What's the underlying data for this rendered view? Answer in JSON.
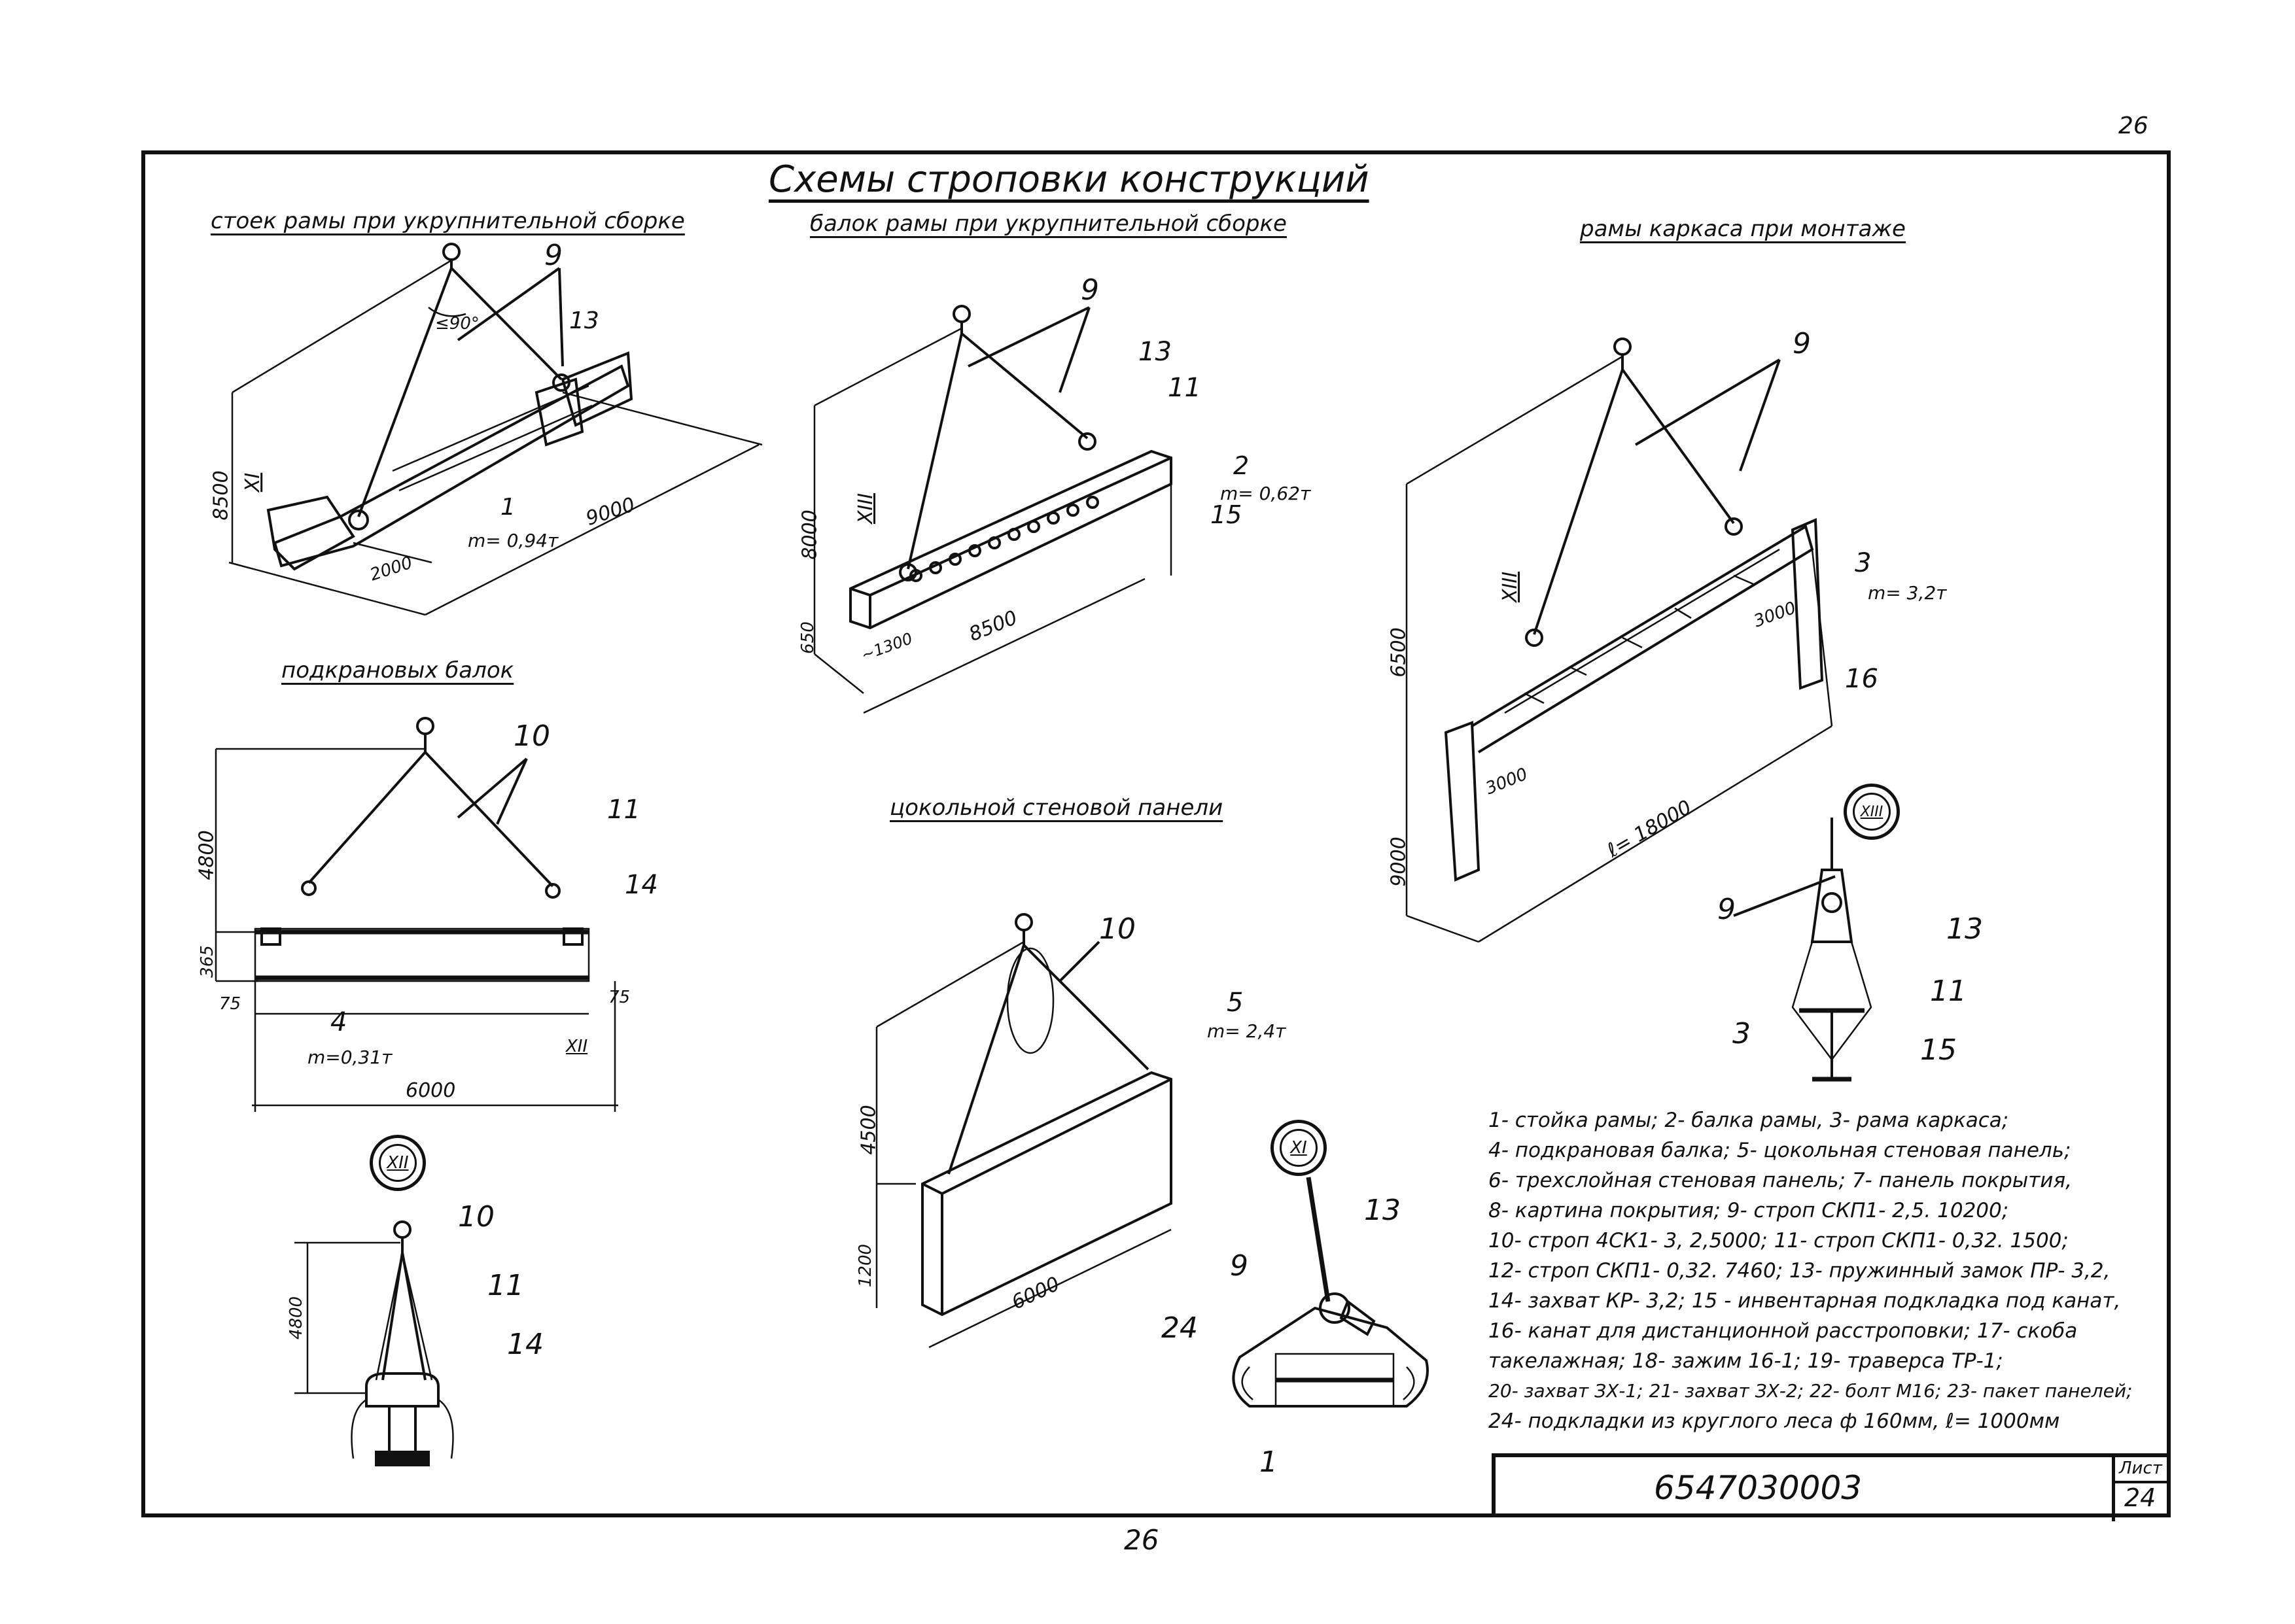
{
  "page_number_top": "26",
  "page_number_bottom": "26",
  "title": "Схемы строповки конструкций",
  "sections": {
    "columns": "стоек рамы при укрупнительной сборке",
    "beams": "балок рамы при укрупнительной сборке",
    "frames": "рамы каркаса при монтаже",
    "crane_beams": "подкрановых балок",
    "plinth_panel": "цокольной стеновой панели"
  },
  "fig_columns": {
    "labels": [
      "9",
      "13",
      "1"
    ],
    "mass": "m= 0,94т",
    "angle": "≤90°",
    "dims": [
      "8500",
      "9000",
      "2000"
    ],
    "detail_ref": "XI"
  },
  "fig_beams": {
    "labels": [
      "9",
      "13",
      "11",
      "2",
      "15"
    ],
    "mass": "m= 0,62т",
    "dims": [
      "8000",
      "650",
      "~1300",
      "8500"
    ],
    "detail_ref": "XIII"
  },
  "fig_frame": {
    "labels": [
      "9",
      "3",
      "16"
    ],
    "mass": "m= 3,2т",
    "dims": [
      "6500",
      "9000",
      "3000",
      "3000",
      "ℓ= 18000"
    ],
    "detail_ref": "XIII"
  },
  "fig_crane_beam": {
    "labels": [
      "10",
      "11",
      "14",
      "4"
    ],
    "mass": "m=0,31т",
    "dims": [
      "4800",
      "365",
      "75",
      "75",
      "6000"
    ],
    "detail_ref": "XII"
  },
  "fig_panel": {
    "labels": [
      "10",
      "5"
    ],
    "mass": "m= 2,4т",
    "dims": [
      "4500",
      "1200",
      "6000"
    ]
  },
  "detail_xii": {
    "badge": "XII",
    "labels": [
      "10",
      "11",
      "14"
    ],
    "dims": [
      "4800"
    ]
  },
  "detail_xi": {
    "badge": "XI",
    "labels": [
      "13",
      "9",
      "24",
      "1"
    ]
  },
  "detail_xiii": {
    "badge": "XIII",
    "labels": [
      "9",
      "13",
      "11",
      "3",
      "15"
    ]
  },
  "legend": [
    "1- стойка рамы; 2- балка рамы, 3- рама каркаса;",
    "4- подкрановая балка; 5- цокольная стеновая панель;",
    "6- трехслойная стеновая панель; 7- панель покрытия,",
    "8- картина покрытия; 9- строп СКП1- 2,5. 10200;",
    "10- строп 4СК1- 3, 2,5000; 11- строп СКП1- 0,32. 1500;",
    "12- строп СКП1- 0,32. 7460; 13- пружинный замок ПР- 3,2,",
    "14- захват КР- 3,2; 15 - инвентарная подкладка под канат,",
    "16- канат для дистанционной расстроповки; 17- скоба",
    "такелажная; 18- зажим 16-1; 19- траверса ТР-1;",
    "20- захват ЗХ-1; 21- захват ЗХ-2; 22- болт М16; 23- пакет панелей;",
    "24- подкладки из круглого леса ф 160мм, ℓ= 1000мм"
  ],
  "stamp": {
    "code": "6547030003",
    "sheet_label": "Лист",
    "sheet_number": "24"
  }
}
